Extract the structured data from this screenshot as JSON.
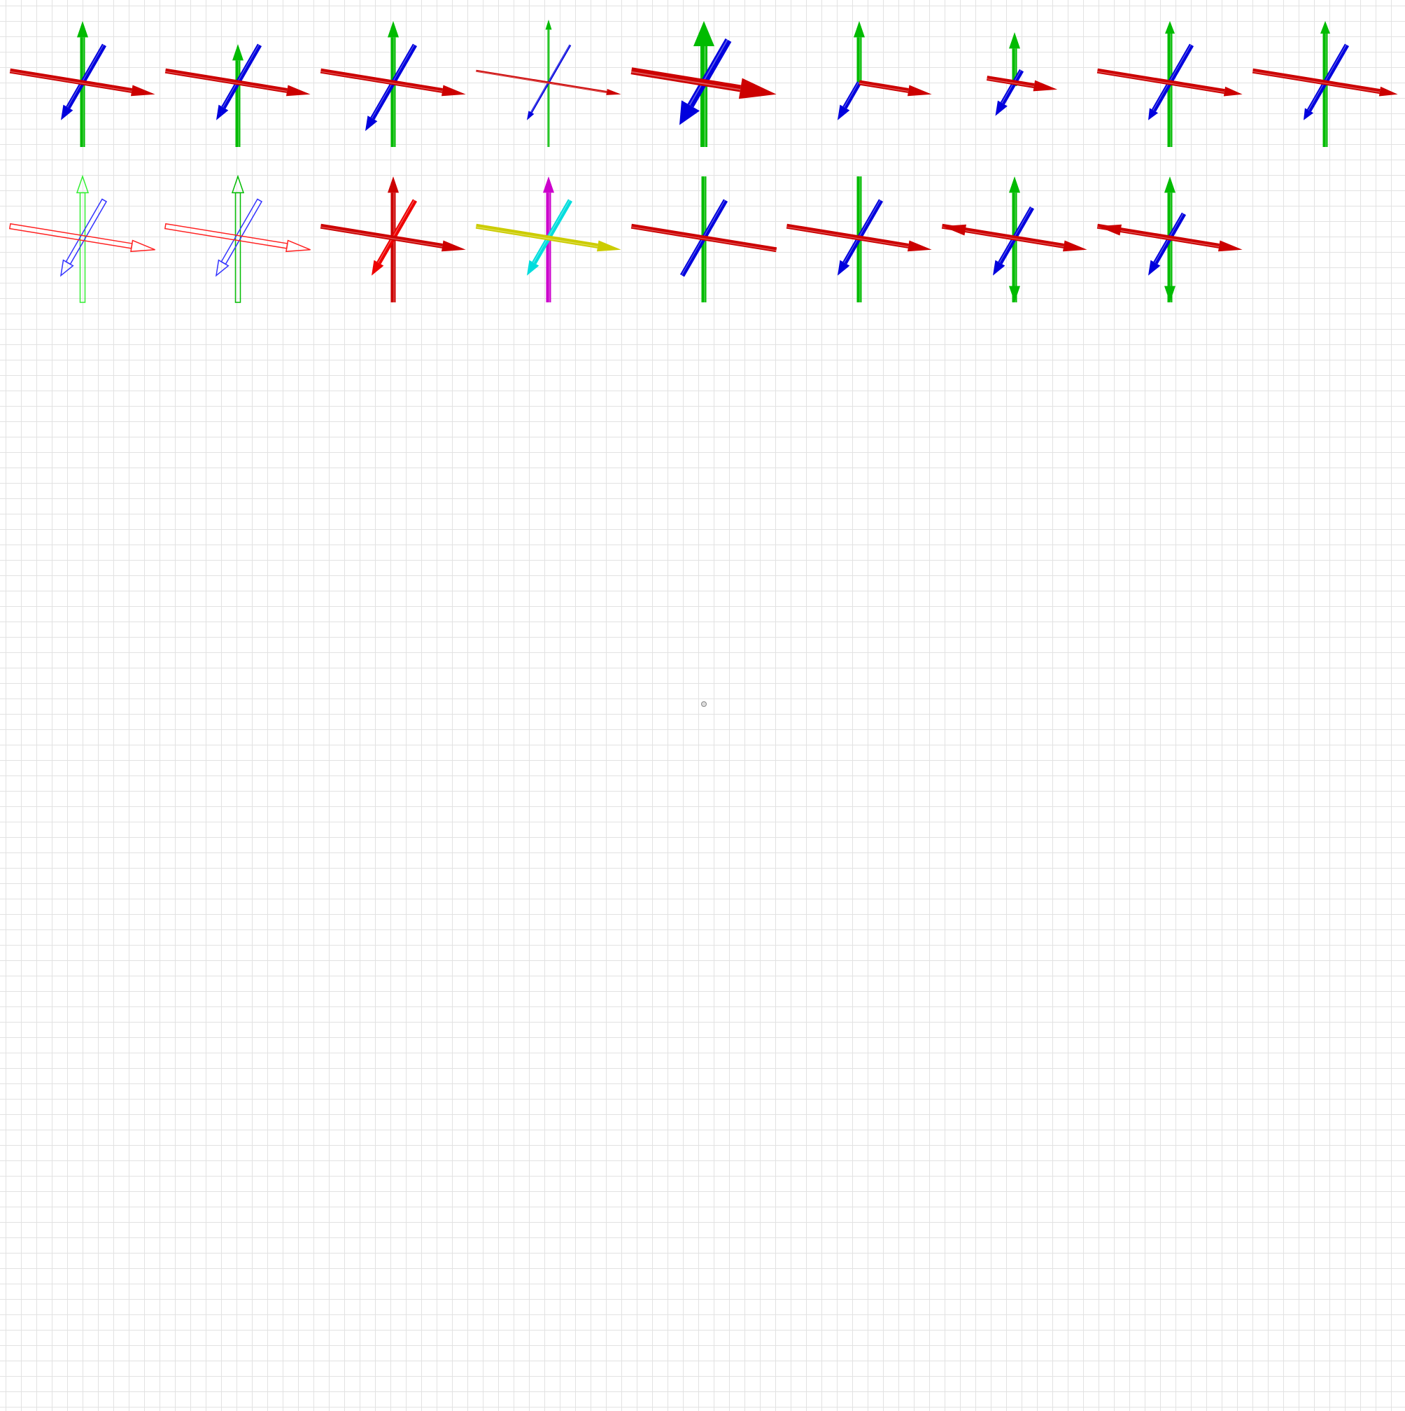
{
  "scene": {
    "colors": {
      "x_axis": "#cc0000",
      "y_axis": "#00bb00",
      "z_axis": "#0000dd",
      "background": "#ffffff",
      "grid": "#e2e2e2"
    },
    "gizmos": [
      {
        "row": 0,
        "col": 0,
        "variant": "default"
      },
      {
        "row": 0,
        "col": 1,
        "variant": "short-y"
      },
      {
        "row": 0,
        "col": 2,
        "variant": "long-z"
      },
      {
        "row": 0,
        "col": 3,
        "variant": "thin"
      },
      {
        "row": 0,
        "col": 4,
        "variant": "fat"
      },
      {
        "row": 0,
        "col": 5,
        "variant": "positive-only"
      },
      {
        "row": 0,
        "col": 6,
        "variant": "short-positive-only"
      },
      {
        "row": 0,
        "col": 7,
        "variant": "small-heads"
      },
      {
        "row": 0,
        "col": 8,
        "variant": "small-heads"
      },
      {
        "row": 1,
        "col": 0,
        "variant": "wireframe-bright"
      },
      {
        "row": 1,
        "col": 1,
        "variant": "wireframe-partial"
      },
      {
        "row": 1,
        "col": 2,
        "variant": "all-red"
      },
      {
        "row": 1,
        "col": 3,
        "variant": "yellow-magenta-cyan"
      },
      {
        "row": 1,
        "col": 4,
        "variant": "no-heads"
      },
      {
        "row": 1,
        "col": 5,
        "variant": "no-y-head"
      },
      {
        "row": 1,
        "col": 6,
        "variant": "double-headed-flipped-y"
      },
      {
        "row": 1,
        "col": 7,
        "variant": "double-headed-small"
      }
    ]
  }
}
